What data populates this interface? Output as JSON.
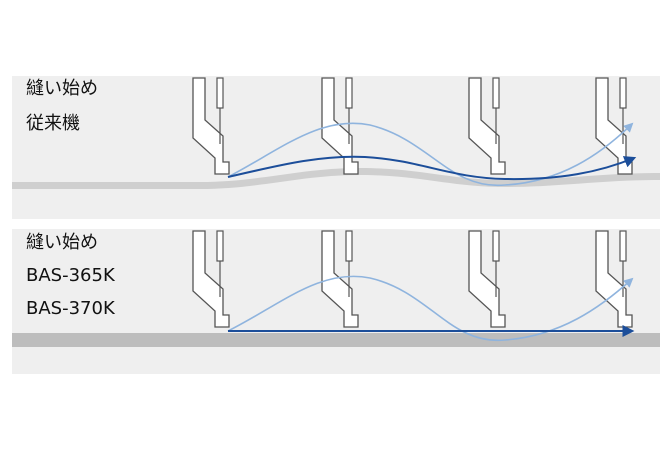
{
  "top_panel": {
    "line1": "縫い始め",
    "line2": "従来機"
  },
  "bottom_panel": {
    "line1": "縫い始め",
    "line2": "BAS-365K",
    "line3": "BAS-370K"
  },
  "colors": {
    "panel_bg": "#efefef",
    "fabric": "#cfcfcf",
    "fabric_flat": "#bdbdbd",
    "needle_stroke": "#555555",
    "path_light": "#8fb4de",
    "path_dark": "#1c4e9a"
  }
}
